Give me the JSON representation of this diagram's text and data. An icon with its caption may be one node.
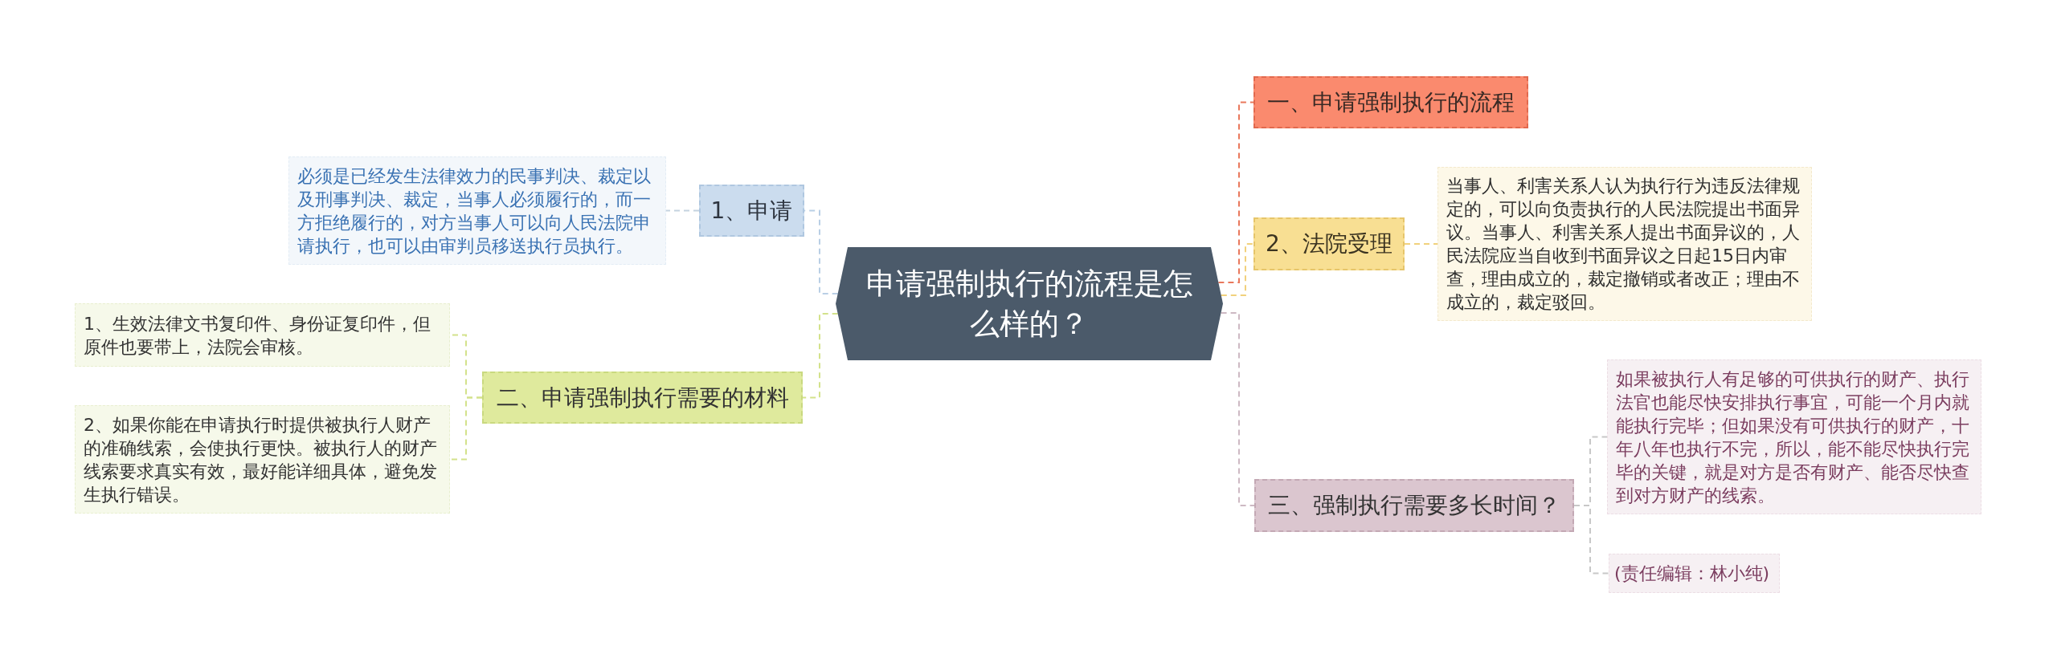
{
  "diagram": {
    "nodes": [
      {
        "text": [
          "申请强制执行的流程是怎么样的？"
        ]
      },
      {
        "text": [
          "一、申请强制执行的流程"
        ]
      },
      {
        "text": [
          "2、法院受理"
        ]
      },
      {
        "text": [
          "当事人、利害关系人认为执行行为违反法律规定的，可以向负责执行的人民法院提出书面异议。当事人、利害关系人提出书面异议的，人民法院应当自收到书面异议之日起15日内审查，理由成立的，裁定撤销或者改正；理由不成立的，裁定驳回。"
        ]
      },
      {
        "text": [
          "三、强制执行需要多长时间？"
        ]
      },
      {
        "text": [
          "如果被执行人有足够的可供执行的财产、执行法官也能尽快安排执行事宜，可能一个月内就能执行完毕；但如果没有可供执行的财产，十年八年也执行不完，所以，能不能尽快执行完毕的关键，就是对方是否有财产、能否尽快查到对方财产的线索。"
        ]
      },
      {
        "text": [
          "(责任编辑：林小纯)"
        ]
      },
      {
        "text": [
          "1、申请"
        ]
      },
      {
        "text": [
          "必须是已经发生法律效力的民事判决、裁定以及刑事判决、裁定，当事人必须履行的，而一方拒绝履行的，对方当事人可以向人民法院申请执行，也可以由审判员移送执行员执行。"
        ]
      },
      {
        "text": [
          "二、申请强制执行需要的材料"
        ]
      },
      {
        "text": [
          "1、生效法律文书复印件、身份证复印件，但原件也要带上，法院会审核。"
        ]
      },
      {
        "text": [
          "2、如果你能在申请执行时提供被执行人财产的准确线索，会使执行更快。被执行人的财产线索要求真实有效，最好能详细具体，避免发生执行错误。"
        ]
      }
    ],
    "edges": [
      {
        "from": 0,
        "to": 1,
        "arrow": "none",
        "style": "dashed",
        "color": "#e9785c"
      },
      {
        "from": 0,
        "to": 2,
        "arrow": "none",
        "style": "dashed",
        "color": "#f1d17c"
      },
      {
        "from": 2,
        "to": 3,
        "arrow": "none",
        "style": "dashed",
        "color": "#f1d17c"
      },
      {
        "from": 0,
        "to": 4,
        "arrow": "none",
        "style": "dashed",
        "color": "#cdb9c3"
      },
      {
        "from": 4,
        "to": 5,
        "arrow": "none",
        "style": "dashed",
        "color": "#c8c8c8"
      },
      {
        "from": 4,
        "to": 6,
        "arrow": "none",
        "style": "dashed",
        "color": "#c8c8c8"
      },
      {
        "from": 0,
        "to": 7,
        "arrow": "none",
        "style": "dashed",
        "color": "#b9cfe5"
      },
      {
        "from": 7,
        "to": 8,
        "arrow": "none",
        "style": "dashed",
        "color": "#c5d3e0"
      },
      {
        "from": 0,
        "to": 9,
        "arrow": "none",
        "style": "dashed",
        "color": "#d3e28b"
      },
      {
        "from": 9,
        "to": 10,
        "arrow": "none",
        "style": "dashed",
        "color": "#d3e28b"
      },
      {
        "from": 9,
        "to": 11,
        "arrow": "none",
        "style": "dashed",
        "color": "#d3e28b"
      }
    ]
  }
}
